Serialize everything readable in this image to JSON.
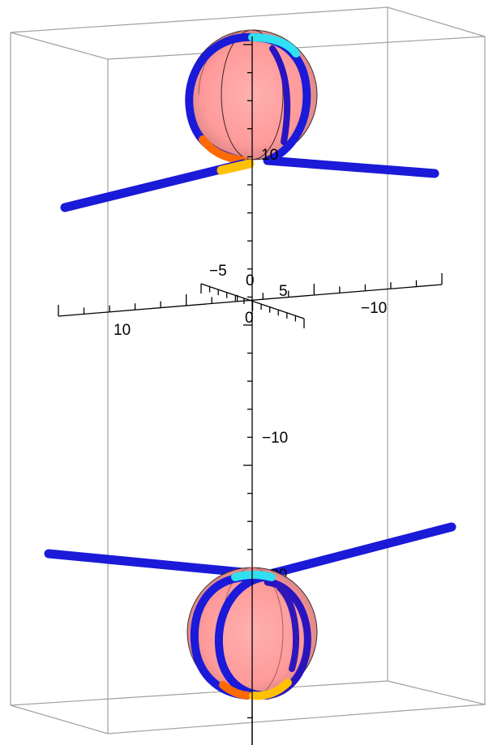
{
  "axis_labels": {
    "x_pos10": "10",
    "x_zero": "0",
    "x_neg10": "−10",
    "y_neg5": "−5",
    "y_zero": "0",
    "y_pos5": "5",
    "z_pos10": "10",
    "z_neg10": "−10",
    "z_neg20": "−20"
  },
  "colors": {
    "box_edge": "#a0a0a0",
    "sphere_fill": "#ff9a9a",
    "sphere_shade": "#c89090",
    "tube_blue": "#1a1ad8",
    "tube_dark": "#101080",
    "tube_cyan": "#30e0f0",
    "tube_orange": "#ff6a00",
    "tube_yellow": "#ffd000",
    "axis": "#000000"
  }
}
